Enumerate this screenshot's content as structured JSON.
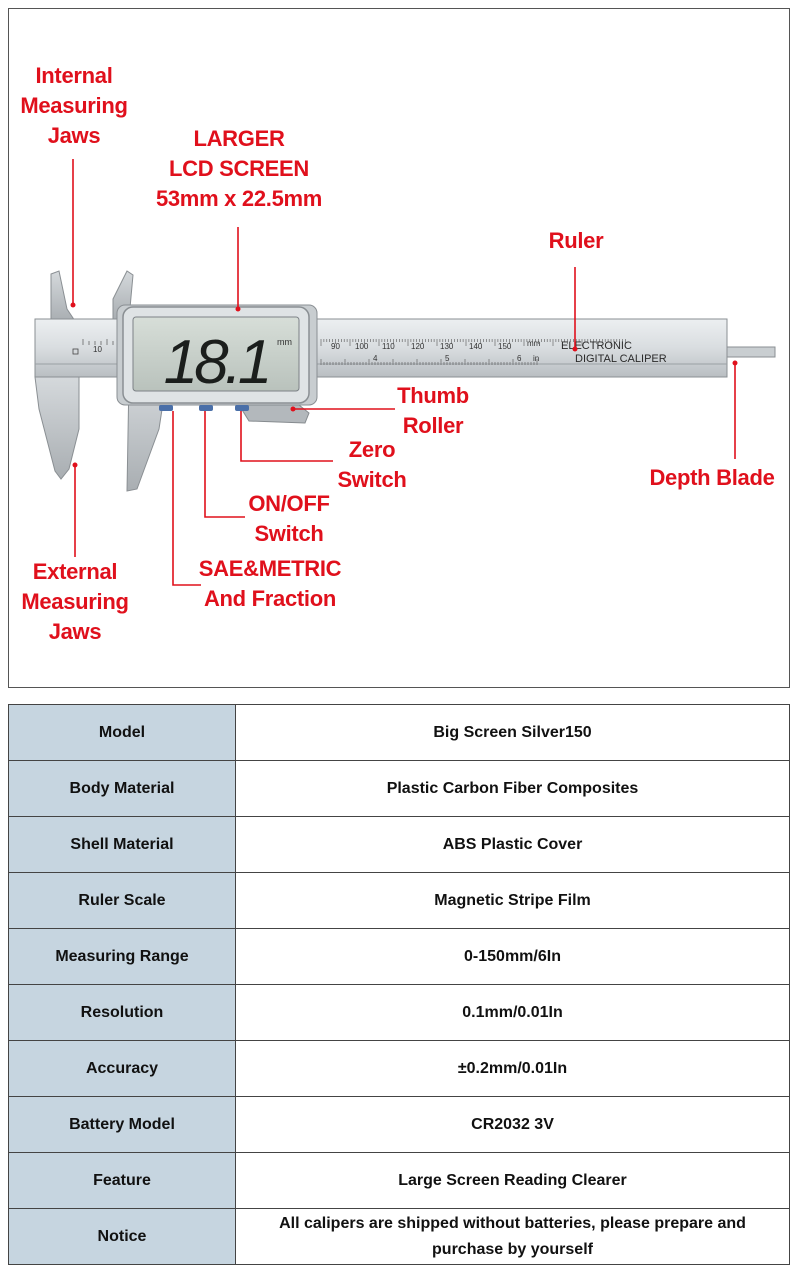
{
  "diagram": {
    "labels": {
      "internal_jaws": [
        "Internal",
        "Measuring",
        "Jaws"
      ],
      "lcd": [
        "LARGER",
        "LCD SCREEN",
        "53mm x 22.5mm"
      ],
      "ruler": [
        "Ruler"
      ],
      "thumb_roller": [
        "Thumb",
        "Roller"
      ],
      "zero_switch": [
        "Zero",
        "Switch"
      ],
      "on_off": [
        "ON/OFF",
        "Switch"
      ],
      "depth_blade": [
        "Depth Blade"
      ],
      "sae_metric": [
        "SAE&METRIC",
        "And Fraction"
      ],
      "external_jaws": [
        "External",
        "Measuring",
        "Jaws"
      ]
    },
    "caliper": {
      "lcd_reading": "18.1",
      "lcd_unit": "mm",
      "brand_line1": "ELECTRONIC",
      "brand_line2": "DIGITAL CALIPER",
      "scale_mm_label": "mm",
      "scale_in_label": "in",
      "scale_numbers": [
        "10",
        "90",
        "100",
        "110",
        "120",
        "130",
        "140",
        "150"
      ],
      "inch_numbers": [
        "4",
        "5",
        "6"
      ]
    },
    "colors": {
      "label": "#e0101c",
      "callout_line": "#e0101c"
    }
  },
  "specs": [
    {
      "key": "Model",
      "value": "Big Screen Silver150"
    },
    {
      "key": "Body Material",
      "value": "Plastic Carbon Fiber Composites"
    },
    {
      "key": "Shell Material",
      "value": "ABS Plastic Cover"
    },
    {
      "key": "Ruler Scale",
      "value": "Magnetic Stripe Film"
    },
    {
      "key": "Measuring Range",
      "value": "0-150mm/6In"
    },
    {
      "key": "Resolution",
      "value": "0.1mm/0.01In"
    },
    {
      "key": "Accuracy",
      "value": "±0.2mm/0.01In"
    },
    {
      "key": "Battery Model",
      "value": "CR2032 3V"
    },
    {
      "key": "Feature",
      "value": "Large Screen Reading Clearer"
    },
    {
      "key": "Notice",
      "value": "All calipers are shipped without batteries, please prepare and purchase by yourself"
    }
  ]
}
